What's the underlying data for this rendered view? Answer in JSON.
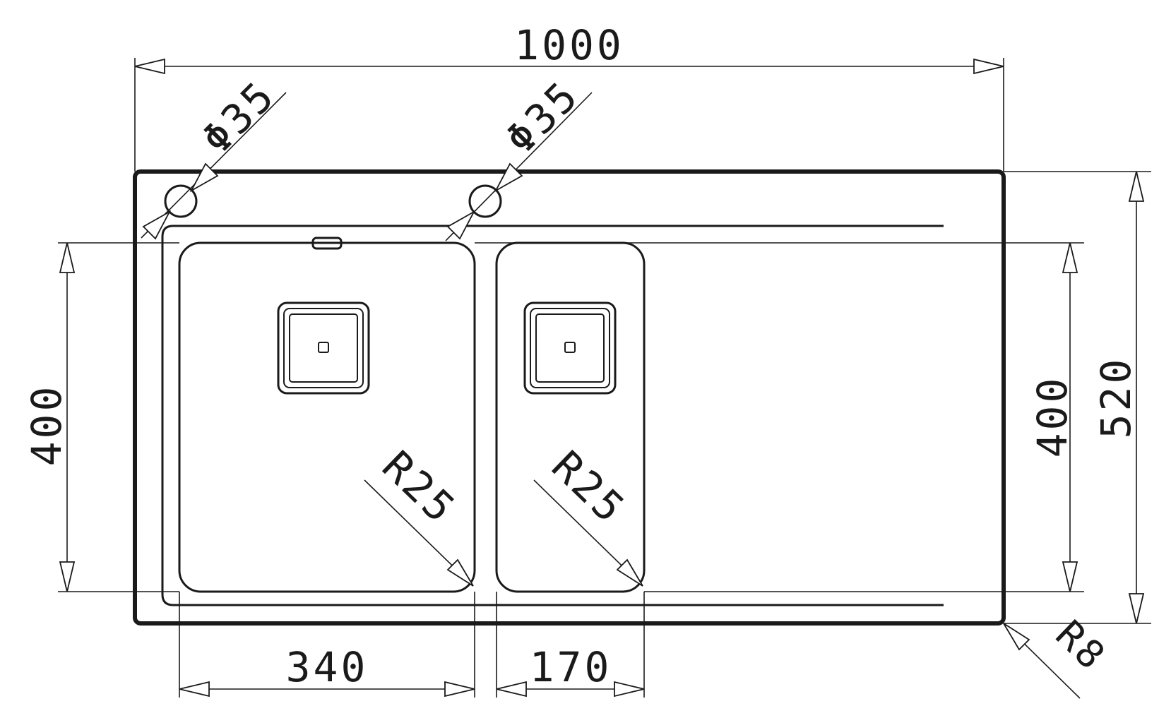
{
  "dimensions": {
    "overall_width": "1000",
    "overall_depth": "520",
    "bowl_depth_left": "400",
    "bowl_depth_right": "400",
    "main_bowl_width": "340",
    "small_bowl_width": "170",
    "tap_hole_1": "Φ35",
    "tap_hole_2": "Φ35",
    "main_bowl_radius": "R25",
    "small_bowl_radius": "R25",
    "outer_corner_radius": "R8"
  }
}
